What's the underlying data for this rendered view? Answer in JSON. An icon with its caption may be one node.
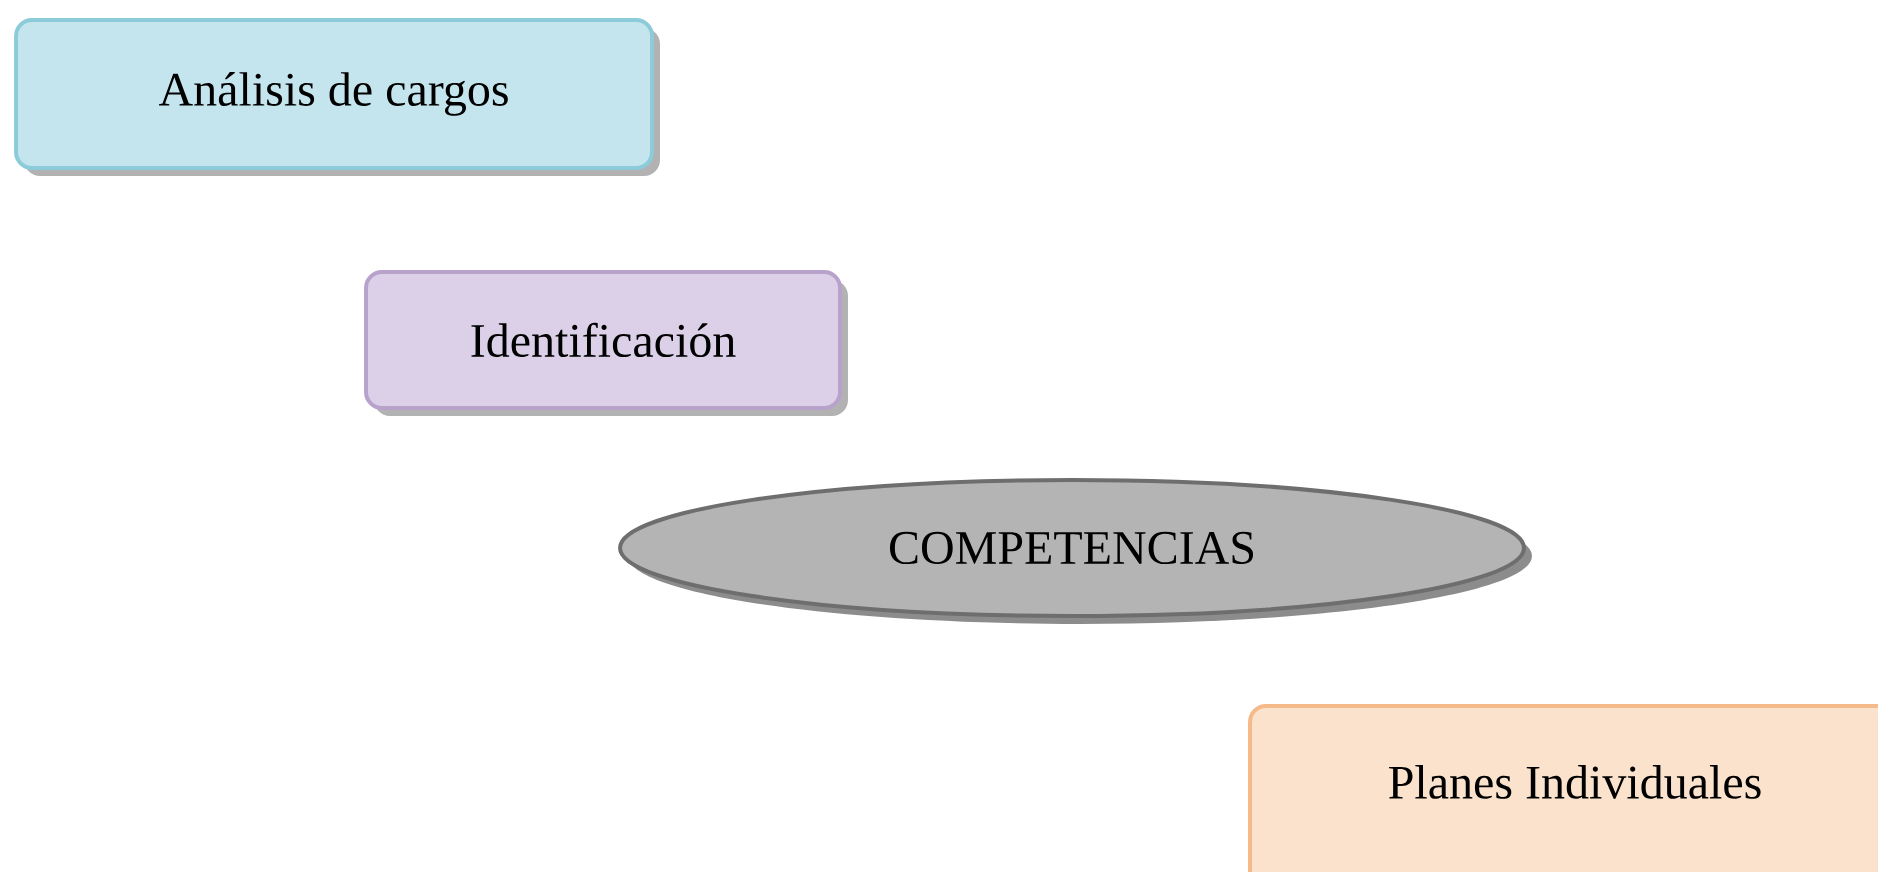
{
  "diagram": {
    "nodes": [
      {
        "text": [
          "Análisis de cargos"
        ]
      },
      {
        "text": [
          "Identificación"
        ]
      },
      {
        "text": [
          "COMPETENCIAS"
        ]
      },
      {
        "text": [
          "Planes Individuales"
        ]
      }
    ]
  }
}
